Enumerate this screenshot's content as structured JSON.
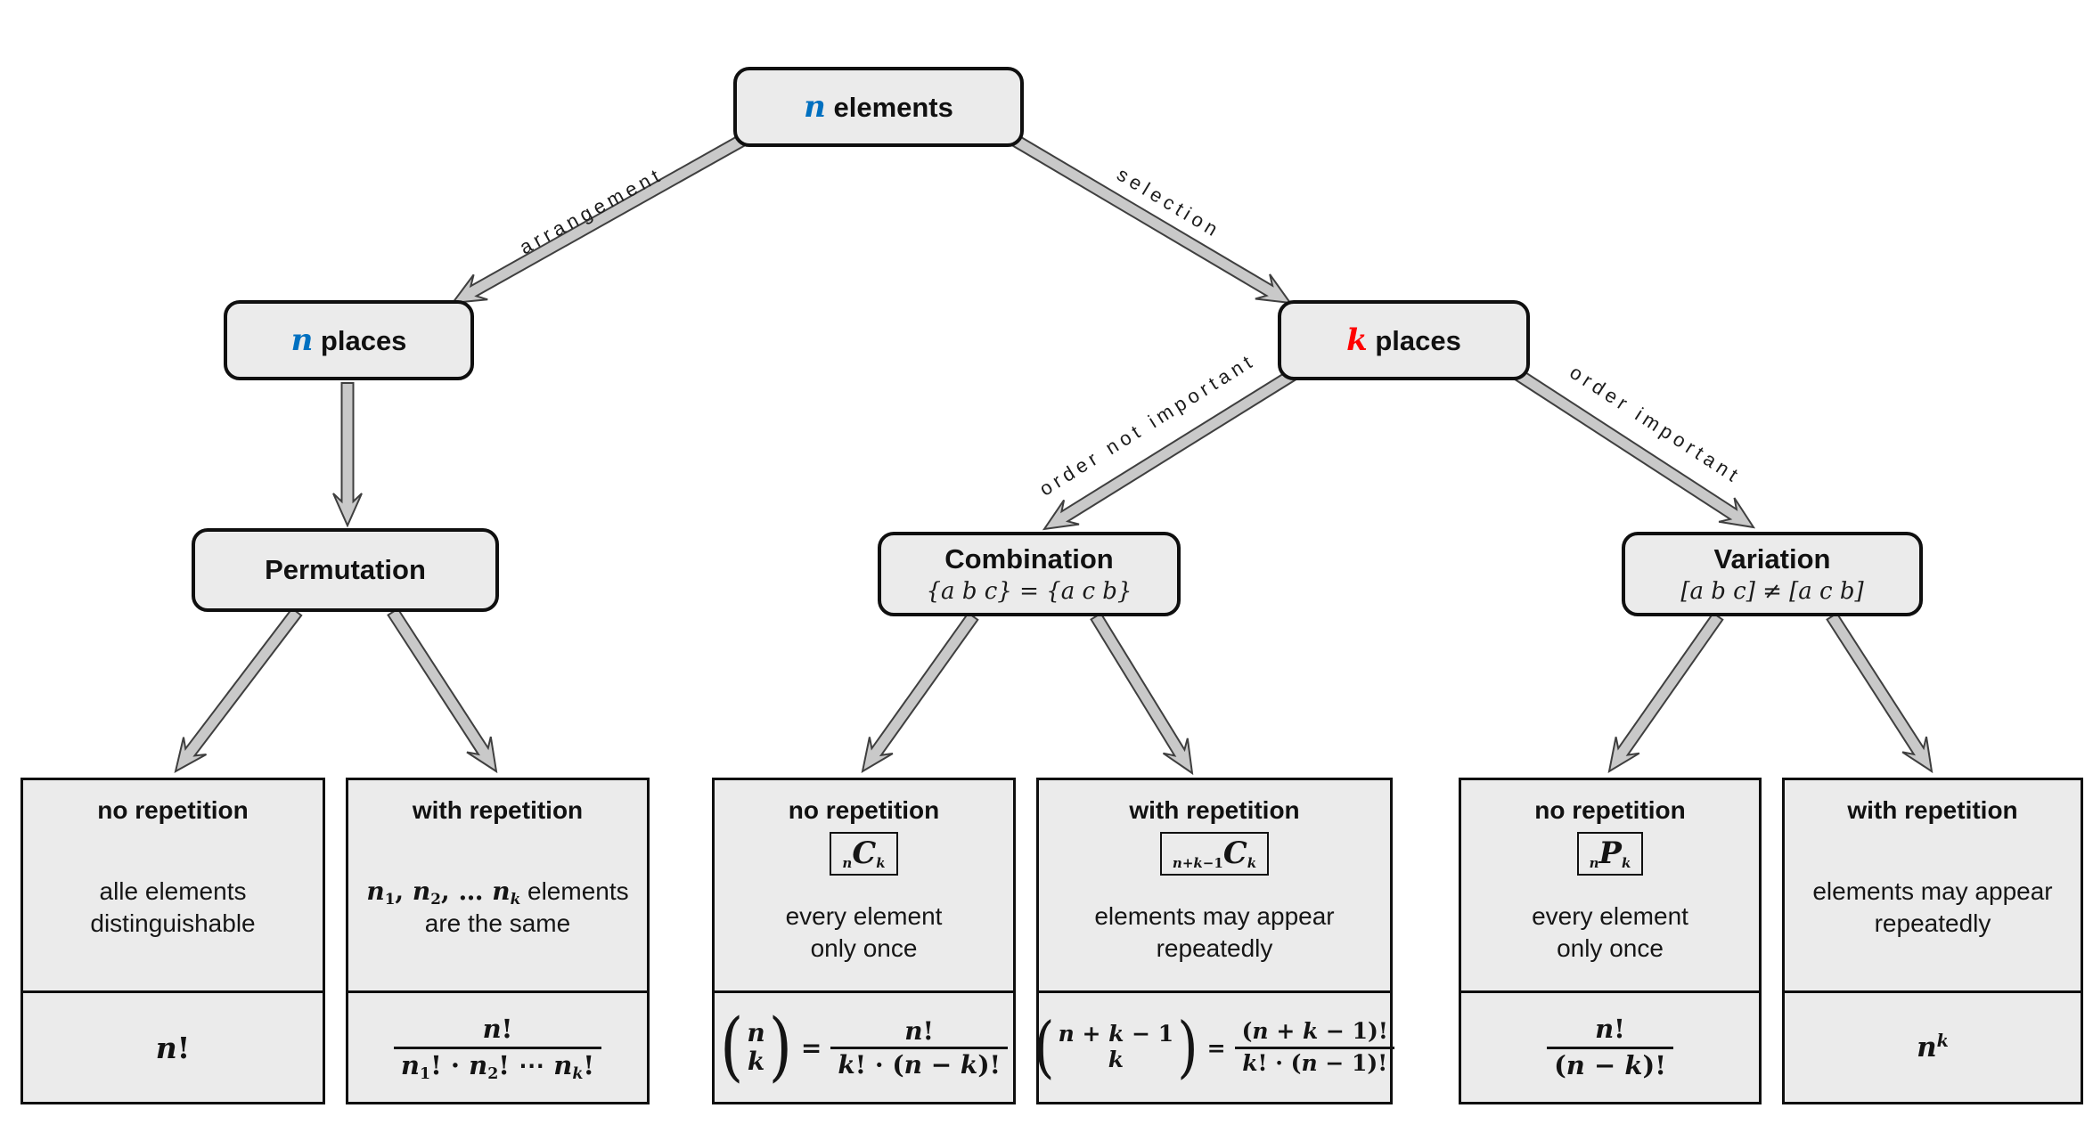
{
  "palette": {
    "blue": "#0070C0",
    "red": "#FF0000",
    "green": "#00B050",
    "box_fill": "#ebebeb",
    "box_border": "#0f0f0f",
    "arrow_fill": "#c9c9c9",
    "arrow_line": "#3f3f3f"
  },
  "root": {
    "var": "n",
    "rest": " elements"
  },
  "level1": {
    "left": {
      "var": "n",
      "rest": " places"
    },
    "right": {
      "var": "k",
      "rest": " places"
    }
  },
  "edges": {
    "arrangement": "arrangement",
    "selection": "selection",
    "order_not": "order not important",
    "order_imp": "order important"
  },
  "categories": {
    "permutation": {
      "title": "Permutation"
    },
    "combination": {
      "title": "Combination",
      "subtitle": "{a b c} = {a c b}"
    },
    "variation": {
      "title": "Variation",
      "subtitle": "[a b c] ≠ [a c b]"
    }
  },
  "leaves": [
    {
      "header": "no repetition",
      "desc_line1": "alle elements",
      "desc_line2": "distinguishable",
      "formula": [
        {
          "t": "n",
          "c": "n",
          "v": true
        },
        {
          "t": "!"
        }
      ]
    },
    {
      "header": "with repetition",
      "desc_line1_tokens": [
        {
          "t": "n",
          "c": "g",
          "v": true
        },
        {
          "t": "1",
          "c": "g",
          "sub": true
        },
        {
          "t": ", "
        },
        {
          "t": "n",
          "c": "g",
          "v": true
        },
        {
          "t": "2",
          "c": "g",
          "sub": true
        },
        {
          "t": ", … "
        },
        {
          "t": "n",
          "c": "g",
          "v": true
        },
        {
          "t": "k",
          "c": "g",
          "v": true,
          "sub": true
        },
        {
          "t": " elements",
          "plain": true
        }
      ],
      "desc_line2": "are the same",
      "num": [
        {
          "t": "n",
          "c": "n",
          "v": true
        },
        {
          "t": "!"
        }
      ],
      "den": [
        {
          "t": "n",
          "c": "g",
          "v": true
        },
        {
          "t": "1",
          "c": "g",
          "sub": true
        },
        {
          "t": "! · "
        },
        {
          "t": "n",
          "c": "g",
          "v": true
        },
        {
          "t": "2",
          "c": "g",
          "sub": true
        },
        {
          "t": "! ⋯ "
        },
        {
          "t": "n",
          "c": "g",
          "v": true
        },
        {
          "t": "k",
          "c": "g",
          "v": true,
          "sub": true
        },
        {
          "t": "!"
        }
      ]
    },
    {
      "header": "no repetition",
      "notation": [
        {
          "t": "n",
          "c": "n",
          "v": true,
          "sub": true
        },
        {
          "t": "C",
          "v": true,
          "big": true
        },
        {
          "t": "k",
          "c": "k",
          "v": true,
          "sub": true
        }
      ],
      "desc_line1": "every element",
      "desc_line2": "only once",
      "binom": {
        "left": "(",
        "right": ")",
        "top": [
          {
            "t": "n",
            "c": "n",
            "v": true
          }
        ],
        "bottom": [
          {
            "t": "k",
            "c": "k",
            "v": true
          }
        ]
      },
      "eq": "=",
      "num": [
        {
          "t": "n",
          "c": "n",
          "v": true
        },
        {
          "t": "!"
        }
      ],
      "den": [
        {
          "t": "k",
          "c": "k",
          "v": true
        },
        {
          "t": "! · ("
        },
        {
          "t": "n",
          "c": "n",
          "v": true
        },
        {
          "t": " − "
        },
        {
          "t": "k",
          "c": "k",
          "v": true
        },
        {
          "t": ")!"
        }
      ]
    },
    {
      "header": "with repetition",
      "notation": [
        {
          "t": "n",
          "c": "n",
          "v": true,
          "sub": true
        },
        {
          "t": "+",
          "sub": true
        },
        {
          "t": "k",
          "c": "k",
          "v": true,
          "sub": true
        },
        {
          "t": "−1",
          "sub": true
        },
        {
          "t": "C",
          "v": true,
          "big": true
        },
        {
          "t": "k",
          "c": "k",
          "v": true,
          "sub": true
        }
      ],
      "desc_line1": "elements may appear",
      "desc_line2": "repeatedly",
      "binom": {
        "left": "(",
        "right": ")",
        "top": [
          {
            "t": "n",
            "c": "n",
            "v": true
          },
          {
            "t": " + "
          },
          {
            "t": "k",
            "c": "k",
            "v": true
          },
          {
            "t": " − 1"
          }
        ],
        "bottom": [
          {
            "t": "k",
            "c": "k",
            "v": true
          }
        ]
      },
      "eq": "=",
      "num": [
        {
          "t": "("
        },
        {
          "t": "n",
          "c": "n",
          "v": true
        },
        {
          "t": " + "
        },
        {
          "t": "k",
          "c": "k",
          "v": true
        },
        {
          "t": " − 1)!"
        }
      ],
      "den": [
        {
          "t": "k",
          "c": "k",
          "v": true
        },
        {
          "t": "! · ("
        },
        {
          "t": "n",
          "c": "n",
          "v": true
        },
        {
          "t": " − 1)!"
        }
      ]
    },
    {
      "header": "no repetition",
      "notation": [
        {
          "t": "n",
          "c": "n",
          "v": true,
          "sub": true
        },
        {
          "t": "P",
          "v": true,
          "big": true
        },
        {
          "t": "k",
          "c": "k",
          "v": true,
          "sub": true
        }
      ],
      "desc_line1": "every element",
      "desc_line2": "only once",
      "num": [
        {
          "t": "n",
          "c": "n",
          "v": true
        },
        {
          "t": "!"
        }
      ],
      "den": [
        {
          "t": "("
        },
        {
          "t": "n",
          "c": "n",
          "v": true
        },
        {
          "t": " − "
        },
        {
          "t": "k",
          "c": "k",
          "v": true
        },
        {
          "t": ")!"
        }
      ]
    },
    {
      "header": "with repetition",
      "desc_line1": "elements may appear",
      "desc_line2": "repeatedly",
      "formula": [
        {
          "t": "n",
          "c": "n",
          "v": true
        },
        {
          "t": "k",
          "c": "k",
          "v": true,
          "sup": true
        }
      ]
    }
  ]
}
